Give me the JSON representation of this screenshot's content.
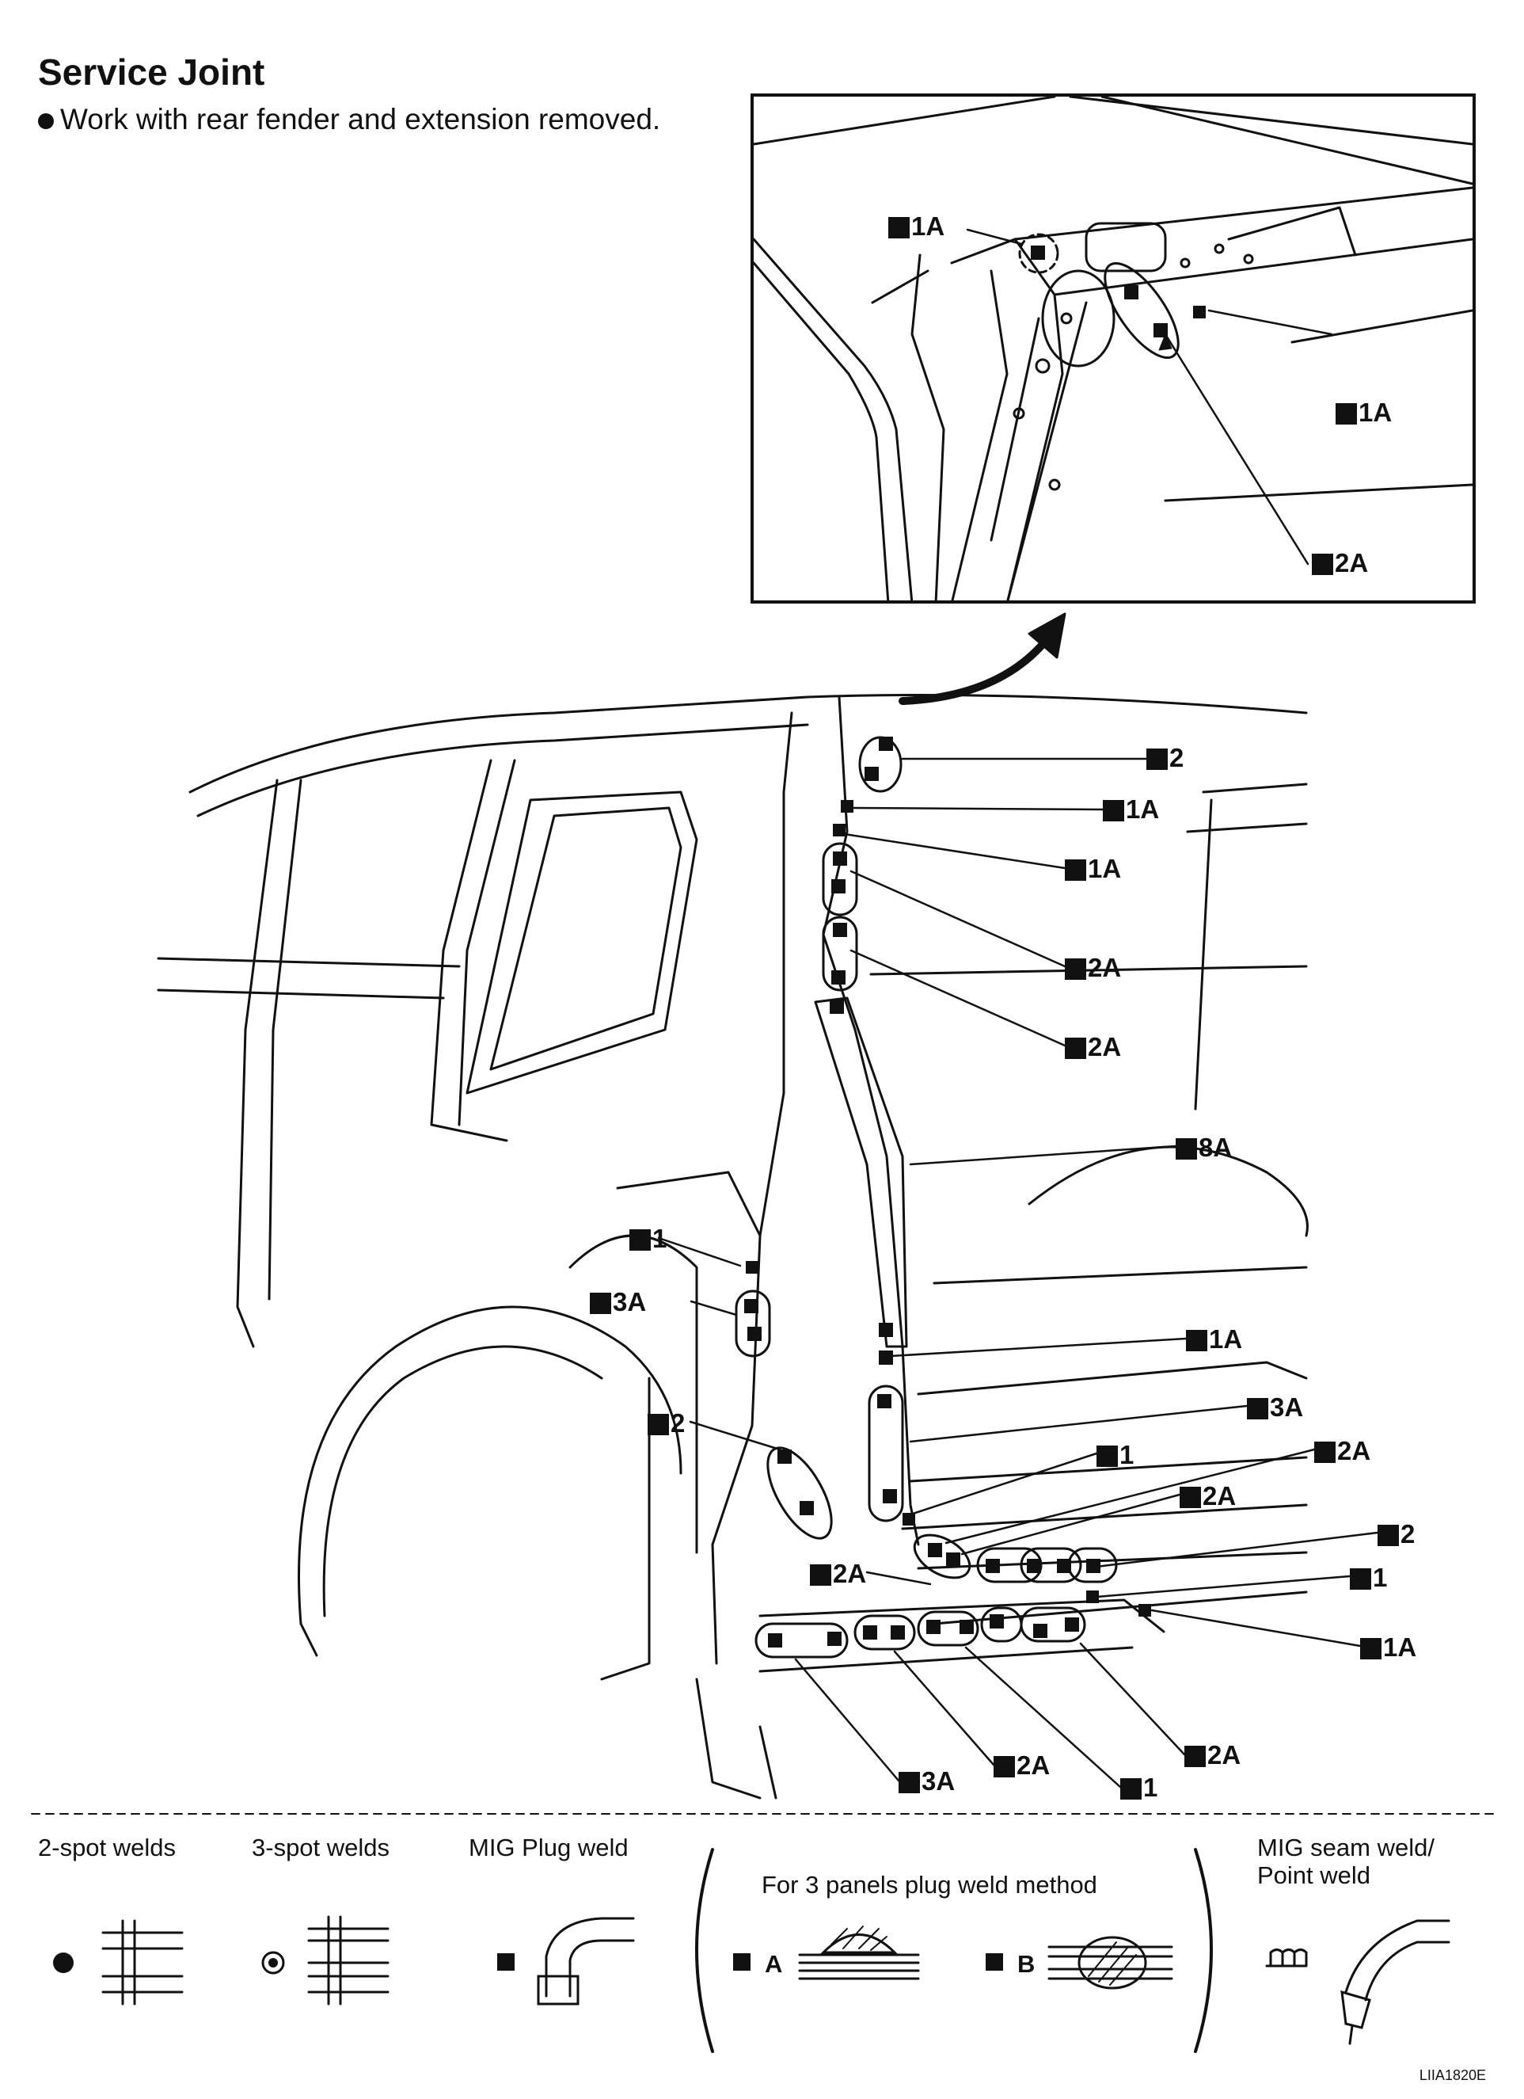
{
  "title": "Service Joint",
  "note": "Work with rear fender and extension removed.",
  "inset_labels": [
    {
      "id": "i1",
      "text": "1A"
    },
    {
      "id": "i2",
      "text": "1A"
    },
    {
      "id": "i3",
      "text": "2A"
    }
  ],
  "callouts": [
    {
      "id": "c1",
      "text": "2"
    },
    {
      "id": "c2",
      "text": "1A"
    },
    {
      "id": "c3",
      "text": "1A"
    },
    {
      "id": "c4",
      "text": "2A"
    },
    {
      "id": "c5",
      "text": "2A"
    },
    {
      "id": "c6",
      "text": "8A"
    },
    {
      "id": "c7",
      "text": "1"
    },
    {
      "id": "c8",
      "text": "3A"
    },
    {
      "id": "c9",
      "text": "1A"
    },
    {
      "id": "c10",
      "text": "3A"
    },
    {
      "id": "c11",
      "text": "2"
    },
    {
      "id": "c12",
      "text": "1"
    },
    {
      "id": "c13",
      "text": "2A"
    },
    {
      "id": "c14",
      "text": "2A"
    },
    {
      "id": "c15",
      "text": "2"
    },
    {
      "id": "c16",
      "text": "2A"
    },
    {
      "id": "c17",
      "text": "1"
    },
    {
      "id": "c18",
      "text": "1A"
    },
    {
      "id": "c19",
      "text": "3A"
    },
    {
      "id": "c20",
      "text": "2A"
    },
    {
      "id": "c21",
      "text": "1"
    },
    {
      "id": "c22",
      "text": "2A"
    }
  ],
  "legend": {
    "two_spot": "2-spot welds",
    "three_spot": "3-spot welds",
    "mig_plug": "MIG Plug weld",
    "three_panels": "For 3 panels plug weld method",
    "method_a": "A",
    "method_b": "B",
    "mig_seam": "MIG seam weld/",
    "point_weld": "Point weld"
  },
  "figure_id": "LIIA1820E"
}
